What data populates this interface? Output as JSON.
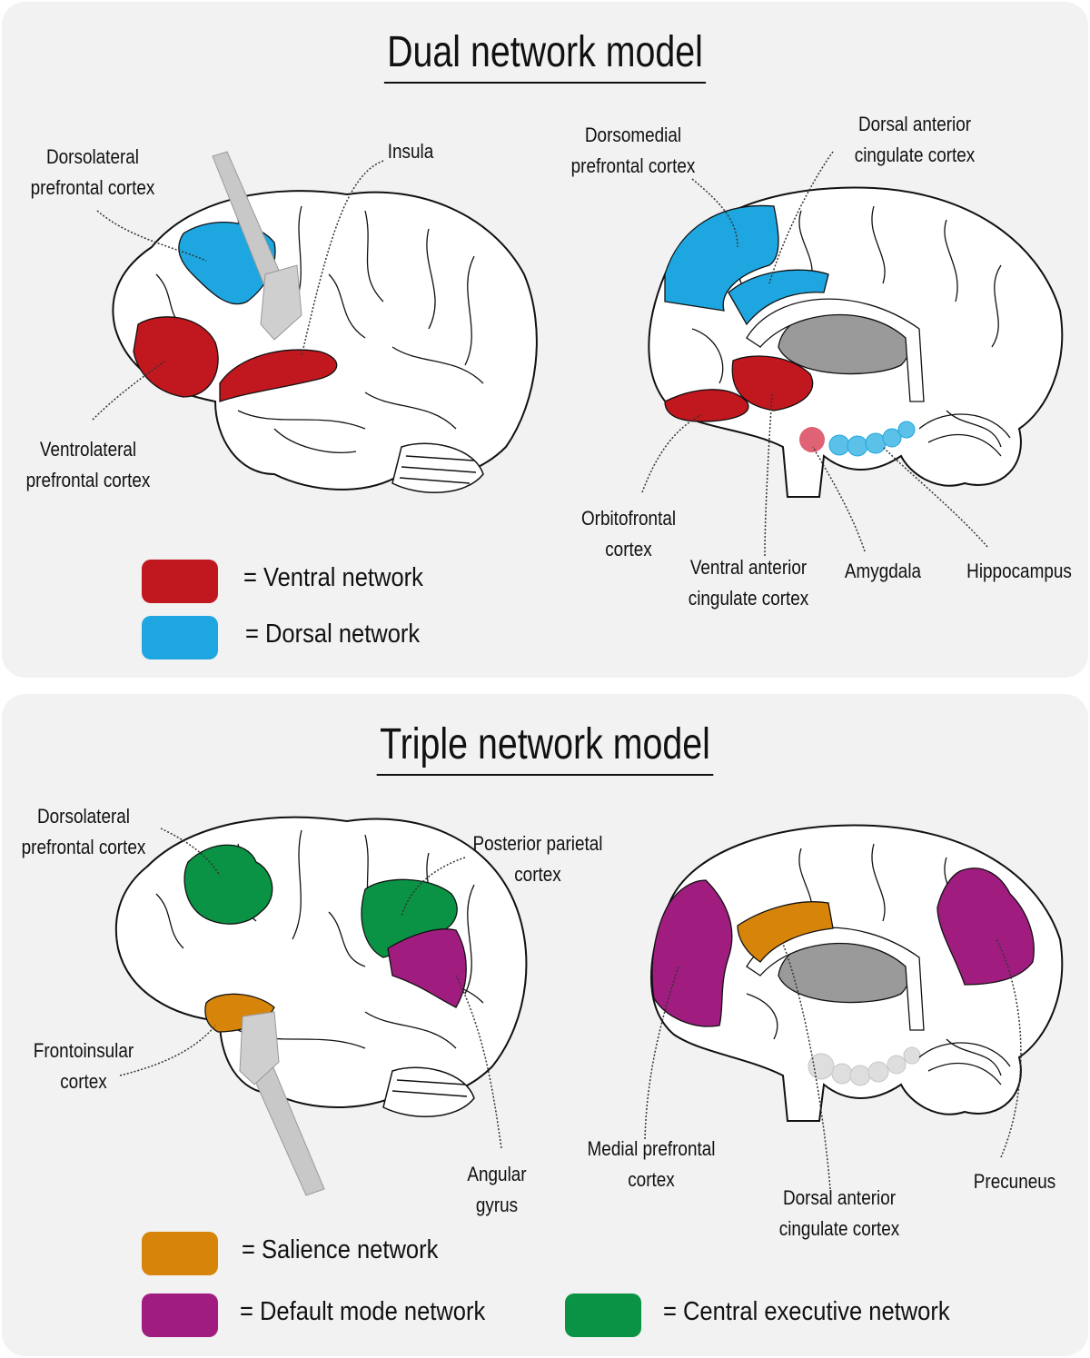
{
  "dual": {
    "title": "Dual network model",
    "labels": {
      "dlpfc": [
        "Dorsolateral",
        "prefrontal cortex"
      ],
      "insula": [
        "Insula"
      ],
      "vlpfc": [
        "Ventrolateral",
        "prefrontal cortex"
      ],
      "dmpfc": [
        "Dorsomedial",
        "prefrontal cortex"
      ],
      "dacc": [
        "Dorsal anterior",
        "cingulate cortex"
      ],
      "ofc": [
        "Orbitofrontal",
        "cortex"
      ],
      "vacc": [
        "Ventral anterior",
        "cingulate cortex"
      ],
      "amygdala": [
        "Amygdala"
      ],
      "hippocampus": [
        "Hippocampus"
      ]
    },
    "legend": [
      {
        "text": "=  Ventral network",
        "color": "#c1181f"
      },
      {
        "text": "=  Dorsal network",
        "color": "#1ea6e0"
      }
    ]
  },
  "triple": {
    "title": "Triple network model",
    "labels": {
      "dlpfc": [
        "Dorsolateral",
        "prefrontal cortex"
      ],
      "ppc": [
        "Posterior parietal",
        "cortex"
      ],
      "fic": [
        "Frontoinsular",
        "cortex"
      ],
      "angular": [
        "Angular",
        "gyrus"
      ],
      "mpfc": [
        "Medial prefrontal",
        "cortex"
      ],
      "dacc": [
        "Dorsal anterior",
        "cingulate cortex"
      ],
      "precuneus": [
        "Precuneus"
      ]
    },
    "legend": [
      {
        "text": "=  Salience network",
        "color": "#d6840a"
      },
      {
        "text": "=  Default mode network",
        "color": "#a01d7f"
      },
      {
        "text": "=  Central executive network",
        "color": "#0a9344"
      }
    ]
  },
  "colors": {
    "ventral": "#c1181f",
    "dorsal": "#1ea6e0",
    "salience": "#d6840a",
    "default_mode": "#a01d7f",
    "central_executive": "#0a9344"
  }
}
